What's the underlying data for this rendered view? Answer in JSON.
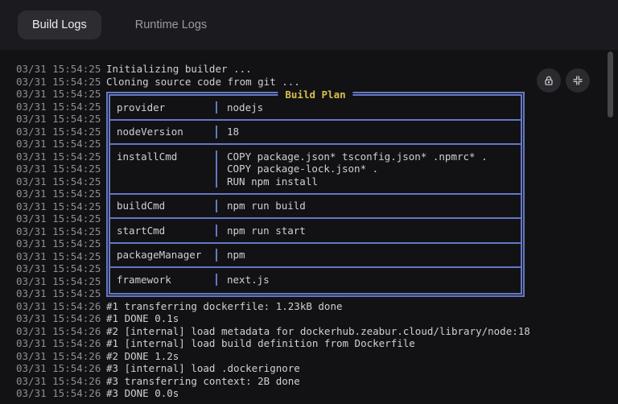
{
  "header": {
    "tabs": [
      {
        "label": "Build Logs",
        "active": true
      },
      {
        "label": "Runtime Logs",
        "active": false
      }
    ]
  },
  "toolbar": {
    "buttons": [
      {
        "icon": "lock-icon"
      },
      {
        "icon": "collapse-icon"
      }
    ]
  },
  "logs": {
    "pre_lines": [
      {
        "ts": "03/31 15:54:25",
        "text": "Initializing builder ..."
      },
      {
        "ts": "03/31 15:54:25",
        "text": "Cloning source code from git ..."
      }
    ],
    "box_timestamps": [
      "03/31 15:54:25",
      "03/31 15:54:25",
      "03/31 15:54:25",
      "03/31 15:54:25",
      "03/31 15:54:25",
      "03/31 15:54:25",
      "03/31 15:54:25",
      "03/31 15:54:25",
      "03/31 15:54:25",
      "03/31 15:54:25",
      "03/31 15:54:25",
      "03/31 15:54:25",
      "03/31 15:54:25",
      "03/31 15:54:25",
      "03/31 15:54:25",
      "03/31 15:54:25",
      "03/31 15:54:25"
    ],
    "post_lines": [
      {
        "ts": "03/31 15:54:26",
        "text": "#1 transferring dockerfile: 1.23kB done"
      },
      {
        "ts": "03/31 15:54:26",
        "text": "#1 DONE 0.1s"
      },
      {
        "ts": "03/31 15:54:26",
        "text": "#2 [internal] load metadata for dockerhub.zeabur.cloud/library/node:18"
      },
      {
        "ts": "03/31 15:54:26",
        "text": "#1 [internal] load build definition from Dockerfile"
      },
      {
        "ts": "03/31 15:54:26",
        "text": "#2 DONE 1.2s"
      },
      {
        "ts": "03/31 15:54:26",
        "text": "#3 [internal] load .dockerignore"
      },
      {
        "ts": "03/31 15:54:26",
        "text": "#3 transferring context: 2B done"
      },
      {
        "ts": "03/31 15:54:26",
        "text": "#3 DONE 0.0s"
      }
    ]
  },
  "build_plan": {
    "title": "Build Plan",
    "rows": [
      {
        "key": "provider",
        "values": [
          "nodejs"
        ]
      },
      {
        "key": "nodeVersion",
        "values": [
          "18"
        ]
      },
      {
        "key": "installCmd",
        "values": [
          "COPY package.json* tsconfig.json* .npmrc* .",
          "COPY package-lock.json* .",
          "RUN npm install"
        ]
      },
      {
        "key": "buildCmd",
        "values": [
          "npm run build"
        ]
      },
      {
        "key": "startCmd",
        "values": [
          "npm run start"
        ]
      },
      {
        "key": "packageManager",
        "values": [
          "npm"
        ]
      },
      {
        "key": "framework",
        "values": [
          "next.js"
        ]
      }
    ]
  },
  "colors": {
    "plan_border": "#6577c5",
    "plan_title": "#d9bf4b",
    "tab_active_bg": "#2c2c31",
    "panel_bg": "#121214",
    "tabbar_bg": "#1b1b1f",
    "timestamp": "#8d8d92",
    "log_text": "#d0d0d5"
  }
}
